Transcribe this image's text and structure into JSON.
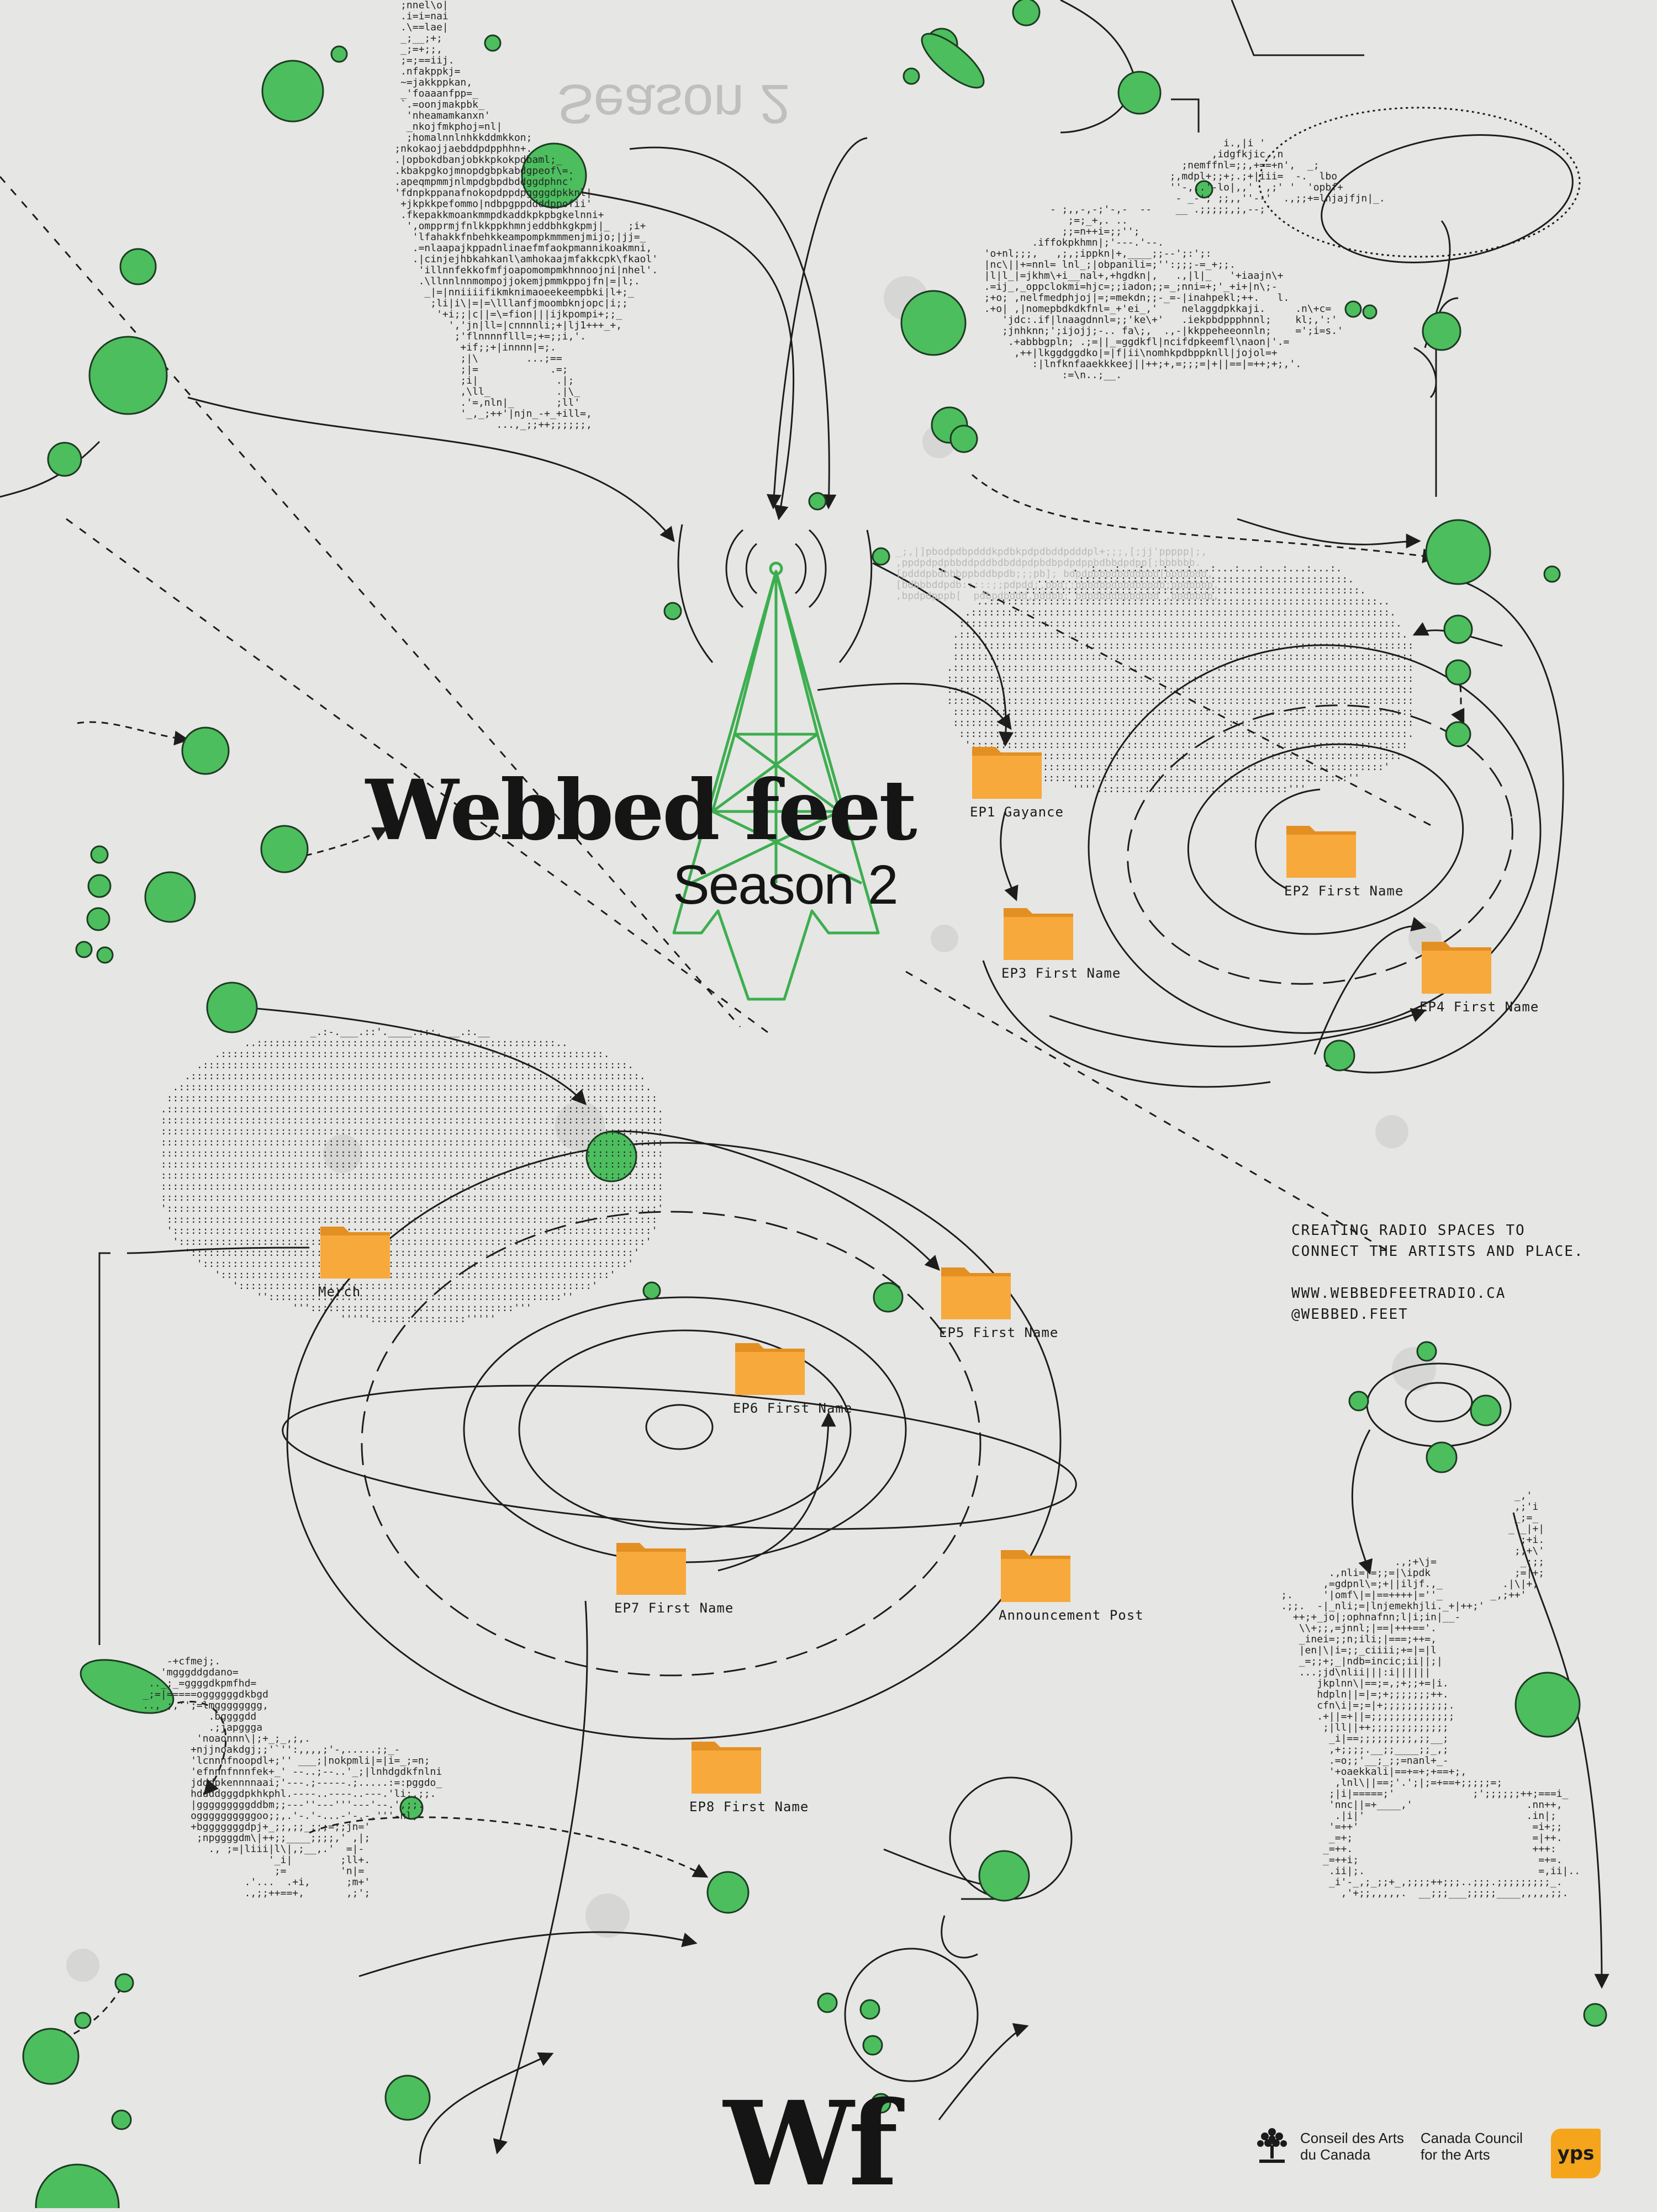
{
  "poster": {
    "title": "Webbed feet",
    "subtitle": "Season 2",
    "monogram": "Wf"
  },
  "folders": [
    {
      "label": "EP1 Gayance"
    },
    {
      "label": "EP2 First Name"
    },
    {
      "label": "EP3 First Name"
    },
    {
      "label": "EP4 First Name"
    },
    {
      "label": "Merch"
    },
    {
      "label": "EP5 First Name"
    },
    {
      "label": "EP6 First Name"
    },
    {
      "label": "EP7 First Name"
    },
    {
      "label": "Announcement Post"
    },
    {
      "label": "EP8 First Name"
    }
  ],
  "tagline": {
    "line1": "CREATING RADIO SPACES TO",
    "line2": "CONNECT THE ARTISTS AND PLACE.",
    "website": "WWW.WEBBEDFEETRADIO.CA",
    "handle": "@WEBBED.FEET"
  },
  "sponsors": {
    "canada_council_fr_1": "Conseil des Arts",
    "canada_council_fr_2": "du Canada",
    "canada_council_en_1": "Canada Council",
    "canada_council_en_2": "for the Arts",
    "yps": "yps"
  },
  "colors": {
    "background": "#e6e6e4",
    "node_green": "#4cbe5e",
    "node_stroke": "#1d3b22",
    "folder_orange": "#f7a93c",
    "folder_tab": "#e38f22",
    "ink": "#151515",
    "tower_green": "#3dae4f"
  },
  "icons": {
    "tower": "radio-tower-icon",
    "folder": "folder-icon",
    "canada_council": "maple-tree-logo-icon",
    "yps": "yps-logo-icon"
  }
}
